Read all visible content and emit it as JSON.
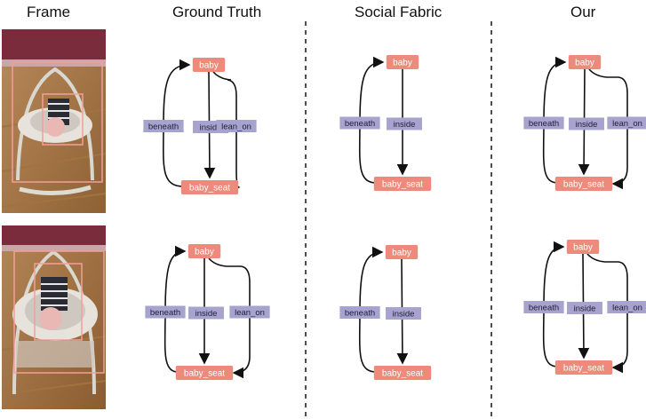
{
  "columns": {
    "frame": "Frame",
    "ground_truth": "Ground Truth",
    "social_fabric": "Social Fabric",
    "ours": "Our"
  },
  "nodes": {
    "subject": "baby",
    "object": "baby_seat"
  },
  "graphs": [
    {
      "row": 0,
      "column": "ground_truth",
      "edges": [
        "beneath",
        "inside",
        "lean_on"
      ]
    },
    {
      "row": 0,
      "column": "social_fabric",
      "edges": [
        "beneath",
        "inside"
      ]
    },
    {
      "row": 0,
      "column": "ours",
      "edges": [
        "beneath",
        "inside",
        "lean_on"
      ]
    },
    {
      "row": 1,
      "column": "ground_truth",
      "edges": [
        "beneath",
        "inside",
        "lean_on"
      ]
    },
    {
      "row": 1,
      "column": "social_fabric",
      "edges": [
        "beneath",
        "inside"
      ]
    },
    {
      "row": 1,
      "column": "ours",
      "edges": [
        "beneath",
        "inside",
        "lean_on"
      ]
    }
  ],
  "colors": {
    "node_fill": "#ee8a7c",
    "node_text": "#ffffff",
    "edge_label_fill": "#a7a3ce",
    "edge_label_text": "#1e1e38",
    "arrow": "#111111",
    "bbox": "#f2a09a",
    "divider": "#222222"
  },
  "frames": [
    {
      "row": 0,
      "description_icon": "baby-in-swing-photo"
    },
    {
      "row": 1,
      "description_icon": "baby-in-swing-photo"
    }
  ]
}
